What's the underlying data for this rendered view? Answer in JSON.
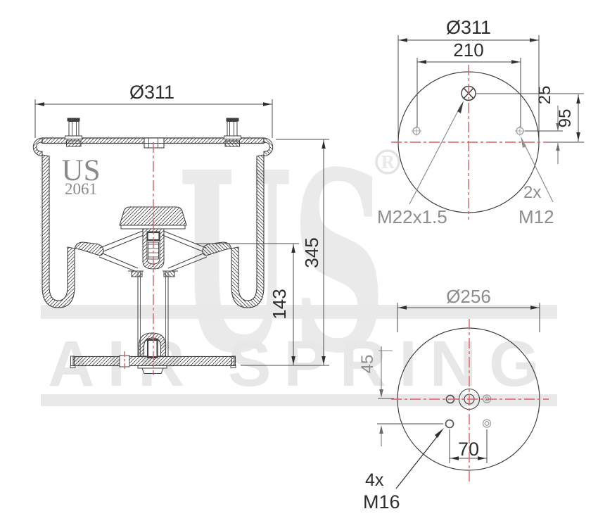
{
  "watermark": {
    "big_letters": "US",
    "reg_symbol": "R",
    "wordmark": "AIR SPRING",
    "color": "#e7e7e7"
  },
  "logo": {
    "brand": "US",
    "model": "2061"
  },
  "side_view": {
    "dims": {
      "diameter": "Ø311",
      "overall_height": "345",
      "piston_height": "143"
    }
  },
  "top_view": {
    "dims": {
      "outer_diameter": "Ø311",
      "stud_spacing": "210",
      "offset_small": "25",
      "offset_large": "95"
    },
    "labels": {
      "air_fitting": "M22x1.5",
      "stud_count": "2x",
      "stud_thread": "M12"
    }
  },
  "bottom_view": {
    "dims": {
      "diameter": "Ø256",
      "hole_offset": "45",
      "hole_spacing": "70"
    },
    "labels": {
      "bolt_count": "4x",
      "bolt_thread": "M16"
    }
  },
  "colors": {
    "line": "#3f3f3f",
    "dimension_line": "#4a4a4a",
    "gray_label": "#8d8d8d",
    "centerline_red": "#d95f5f"
  }
}
